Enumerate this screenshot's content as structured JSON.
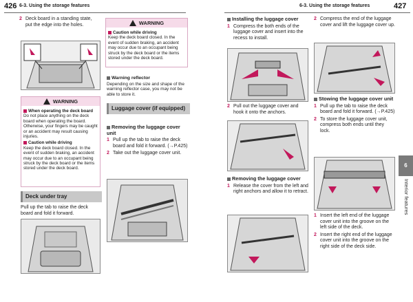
{
  "header": {
    "left_page": "426",
    "left_section": "6-3. Using the storage features",
    "right_section": "6-3. Using the storage features",
    "right_page": "427"
  },
  "col1": {
    "step2": {
      "num": "2",
      "text": "Deck board in a standing state, put the edge into the holes."
    },
    "warning": {
      "title": "WARNING",
      "s1_title": "When operating the deck board",
      "s1_text": "Do not place anything on the deck board when operating the board. Otherwise, your fingers may be caught or an accident may result causing injuries.",
      "s2_title": "Caution while driving",
      "s2_text": "Keep the deck board closed. In the event of sudden braking, an accident may occur due to an occupant being struck by the deck board or the items stored under the deck board."
    },
    "section_title": "Deck under tray",
    "section_text": "Pull up the tab to raise the deck board and fold it forward."
  },
  "col2": {
    "warning": {
      "title": "WARNING",
      "s1_title": "Caution while driving",
      "s1_text": "Keep the deck board closed. In the event of sudden braking, an accident may occur due to an occupant being struck by the deck board or the items stored under the deck board."
    },
    "reflector_title": "Warning reflector",
    "reflector_text": "Depending on the size and shape of the warning reflector case, you may not be able to store it.",
    "section_title": "Luggage cover (if equipped)",
    "sub_title": "Removing the luggage cover unit",
    "step1": {
      "num": "1",
      "text": "Pull up the tab to raise the deck board and fold it forward. (→P.425)"
    },
    "step2": {
      "num": "2",
      "text": "Take out the luggage cover unit."
    }
  },
  "col3": {
    "sub_title": "Installing the luggage cover",
    "step1": {
      "num": "1",
      "text": "Compress the both ends of the luggage cover and insert into the recess to install."
    },
    "step2": {
      "num": "2",
      "text": "Pull out the luggage cover and hook it onto the anchors."
    },
    "sub_title2": "Removing the luggage cover",
    "step3": {
      "num": "1",
      "text": "Release the cover from the left and right anchors and allow it to retract."
    }
  },
  "col4": {
    "step2": {
      "num": "2",
      "text": "Compress the end of the luggage cover and lift the luggage cover up."
    },
    "sub_title": "Stowing the luggage cover unit",
    "step1": {
      "num": "1",
      "text": "Pull up the tab to raise the deck board and fold it forward. (→P.425)"
    },
    "step2b": {
      "num": "2",
      "text": "To store the luggage cover unit, compress both ends until they lock."
    },
    "step_a": {
      "num": "1",
      "text": "Insert the left end of the luggage cover unit into the groove on the left side of the deck."
    },
    "step_b": {
      "num": "2",
      "text": "Insert the right end of the luggage cover unit into the groove on the right side of the deck side."
    }
  },
  "side": {
    "tab": "6",
    "label": "Interior features"
  }
}
